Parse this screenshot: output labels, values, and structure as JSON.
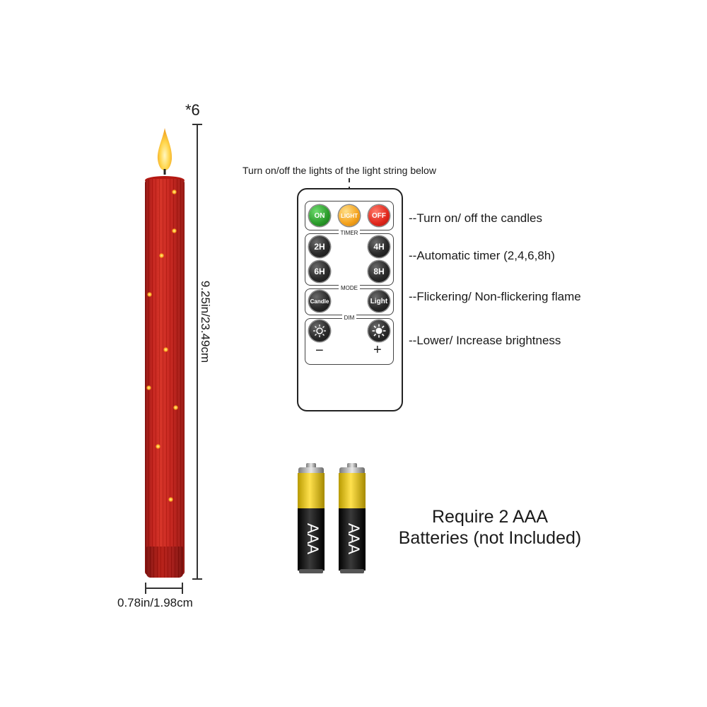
{
  "candle": {
    "count": "*6",
    "height": "9.25in/23.49cm",
    "width": "0.78in/1.98cm",
    "body_color": "#c01a14",
    "flame_color": "#ffd54a"
  },
  "remote": {
    "caption": "Turn on/off the lights of the light string below",
    "power_buttons": [
      {
        "label": "ON",
        "color": "#2a9a2a"
      },
      {
        "label": "LIGHT",
        "color": "#f4a11b"
      },
      {
        "label": "OFF",
        "color": "#e0261b"
      }
    ],
    "timer": {
      "title": "TIMER",
      "buttons": [
        "2H",
        "4H",
        "6H",
        "8H"
      ]
    },
    "mode": {
      "title": "MODE",
      "buttons": [
        "Candle",
        "Light"
      ]
    },
    "dim": {
      "title": "DIM",
      "minus": "−",
      "plus": "+"
    }
  },
  "functions": [
    "--Turn on/ off the candles",
    "--Automatic timer (2,4,6,8h)",
    "--Flickering/ Non-flickering flame",
    "--Lower/ Increase brightness"
  ],
  "batteries": {
    "label_line1": "Require 2 AAA",
    "label_line2": "Batteries (not Included)",
    "battery_text": "AAA"
  }
}
